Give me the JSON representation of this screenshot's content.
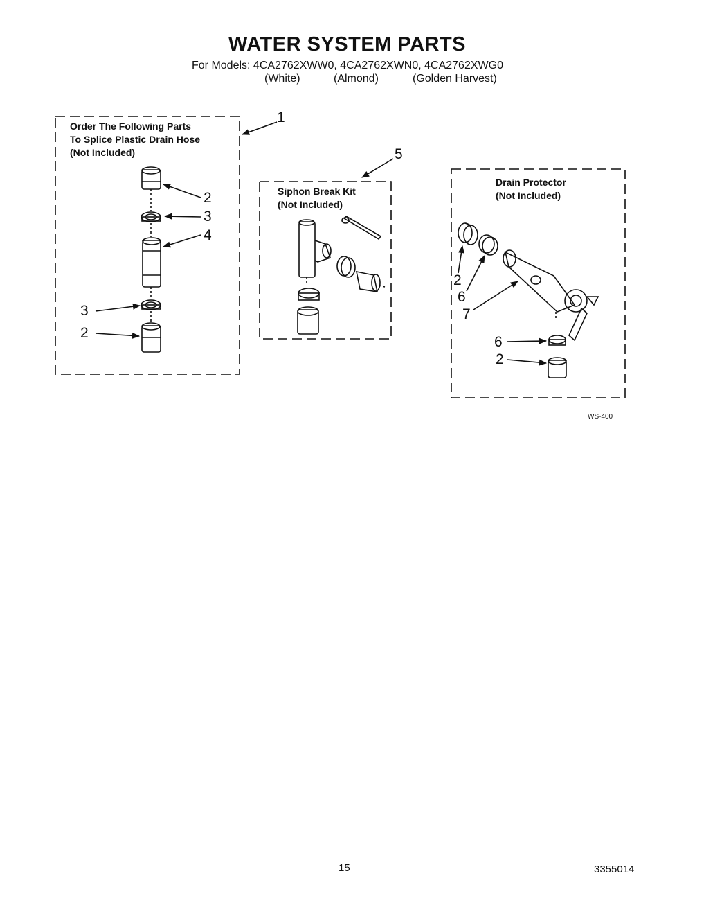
{
  "title": "WATER SYSTEM PARTS",
  "models_line": "For Models: 4CA2762XWW0, 4CA2762XWN0, 4CA2762XWG0",
  "colors": [
    "(White)",
    "(Almond)",
    "(Golden Harvest)"
  ],
  "boxes": {
    "splice": {
      "lines": [
        "Order The Following Parts",
        "To Splice Plastic Drain Hose",
        "(Not Included)"
      ],
      "callout": "1"
    },
    "siphon": {
      "lines": [
        "Siphon Break Kit",
        "(Not Included)"
      ],
      "callout": "5"
    },
    "drain": {
      "lines": [
        "Drain Protector",
        "(Not Included)"
      ]
    }
  },
  "callouts": {
    "splice_top_coupling": "2",
    "splice_top_clamp": "3",
    "splice_connector": "4",
    "splice_bottom_clamp": "3",
    "splice_bottom_coupling": "2",
    "drain_coupling_left": "2",
    "drain_clamp_left": "6",
    "drain_protector_body": "7",
    "drain_clamp_bottom": "6",
    "drain_coupling_bottom": "2"
  },
  "figure_code": "WS-400",
  "page_number": "15",
  "document_number": "3355014"
}
